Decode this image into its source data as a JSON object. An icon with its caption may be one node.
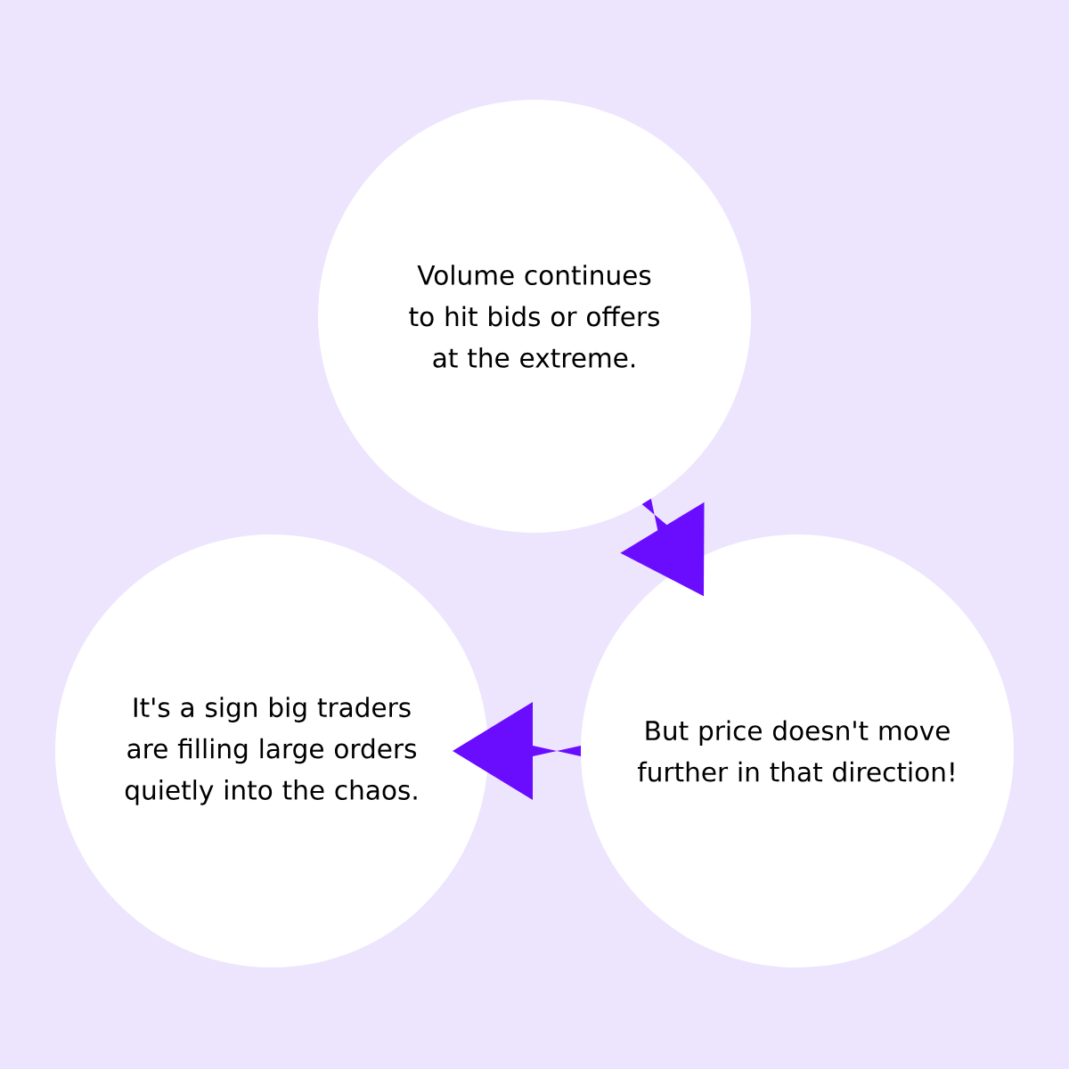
{
  "diagram": {
    "nodes": [
      {
        "text": [
          "Volume continues to hit bids or offers at the extreme."
        ]
      },
      {
        "text": [
          "But price doesn't move further in that direction!"
        ]
      },
      {
        "text": [
          "It's a sign big traders are filling large orders quietly into the chaos."
        ]
      }
    ],
    "edges": [
      {
        "from": 0,
        "to": 1,
        "arrow": "to"
      },
      {
        "from": 1,
        "to": 2,
        "arrow": "to"
      }
    ]
  }
}
